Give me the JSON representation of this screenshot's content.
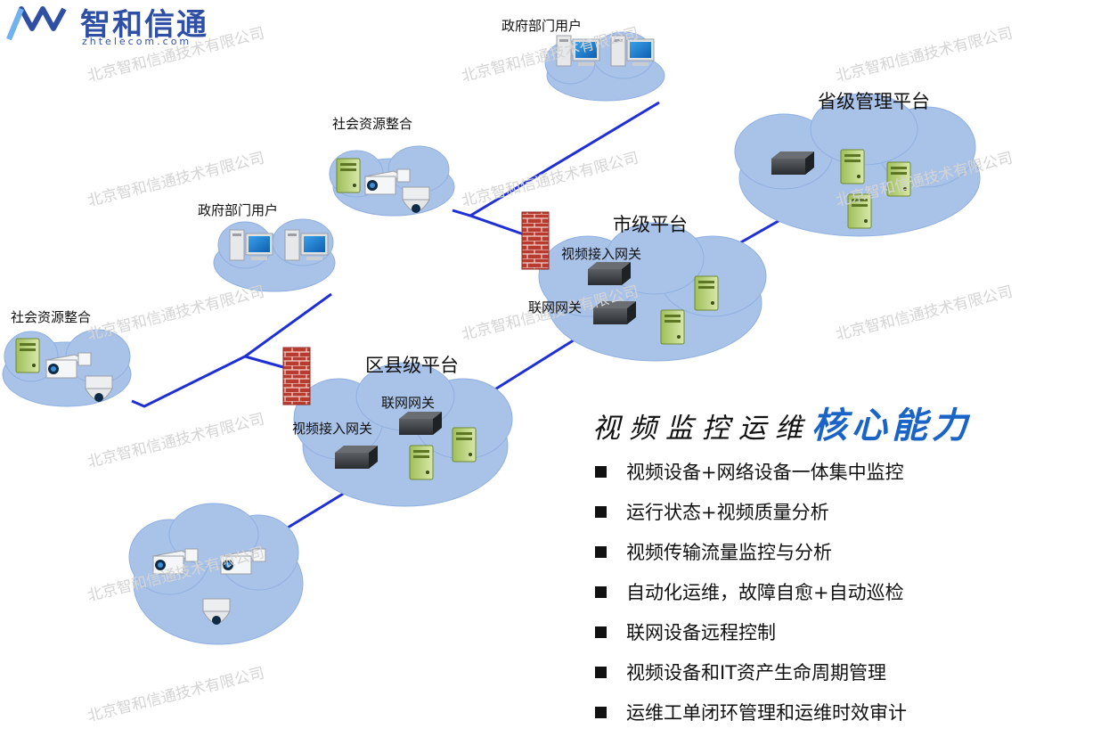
{
  "logo": {
    "name": "智和信通",
    "domain": "zhtelecom.com"
  },
  "watermark": "北京智和信通技术有限公司",
  "nodes": {
    "gov_users_top": "政府部门用户",
    "gov_users_left": "政府部门用户",
    "social_resources_top": "社会资源整合",
    "social_resources_left": "社会资源整合",
    "provincial_platform": "省级管理平台",
    "city_platform": "市级平台",
    "county_platform": "区县级平台",
    "city_video_gateway": "视频接入网关",
    "city_network_gateway": "联网网关",
    "county_network_gateway": "联网网关",
    "county_video_gateway": "视频接入网关"
  },
  "panel": {
    "title_prefix": "视频监控运维",
    "title_highlight": "核心能力",
    "items": [
      "视频设备+网络设备一体集中监控",
      "运行状态+视频质量分析",
      "视频传输流量监控与分析",
      "自动化运维，故障自愈+自动巡检",
      "联网设备远程控制",
      "视频设备和IT资产生命周期管理",
      "运维工单闭环管理和运维时效审计"
    ]
  },
  "colors": {
    "cloud": "#a9c2e8",
    "cloud_edge": "#8fb0e0",
    "link": "#1f2fd6",
    "accent": "#1a63c7",
    "firewall": "#c0392b"
  }
}
